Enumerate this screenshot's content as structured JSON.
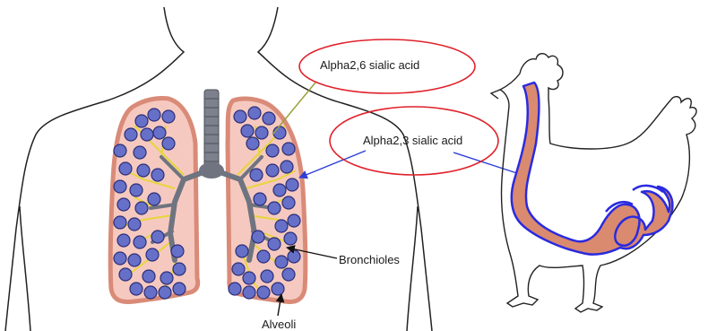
{
  "labels": {
    "alpha26": "Alpha2,6 sialic acid",
    "alpha23": "Alpha2,3 sialic acid",
    "bronchioles": "Bronchioles",
    "alveoli": "Alveoli"
  },
  "colors": {
    "lung_fill": "#f6c9c0",
    "lung_border": "#d98b78",
    "alveoli_fill": "#6670c8",
    "alveoli_stroke": "#2c2f78",
    "bronchi_yellow": "#e6d63a",
    "trachea": "#6f7480",
    "ellipse_red": "#e0202a",
    "arrow_blue": "#2f3fd6",
    "line_olive": "#9aa23a",
    "chicken_tract_fill": "#d98a6f",
    "chicken_tract_border": "#2a2adf"
  },
  "icons": [
    "human-torso-outline",
    "lungs",
    "trachea",
    "chicken-outline",
    "chicken-respiratory-tract"
  ]
}
